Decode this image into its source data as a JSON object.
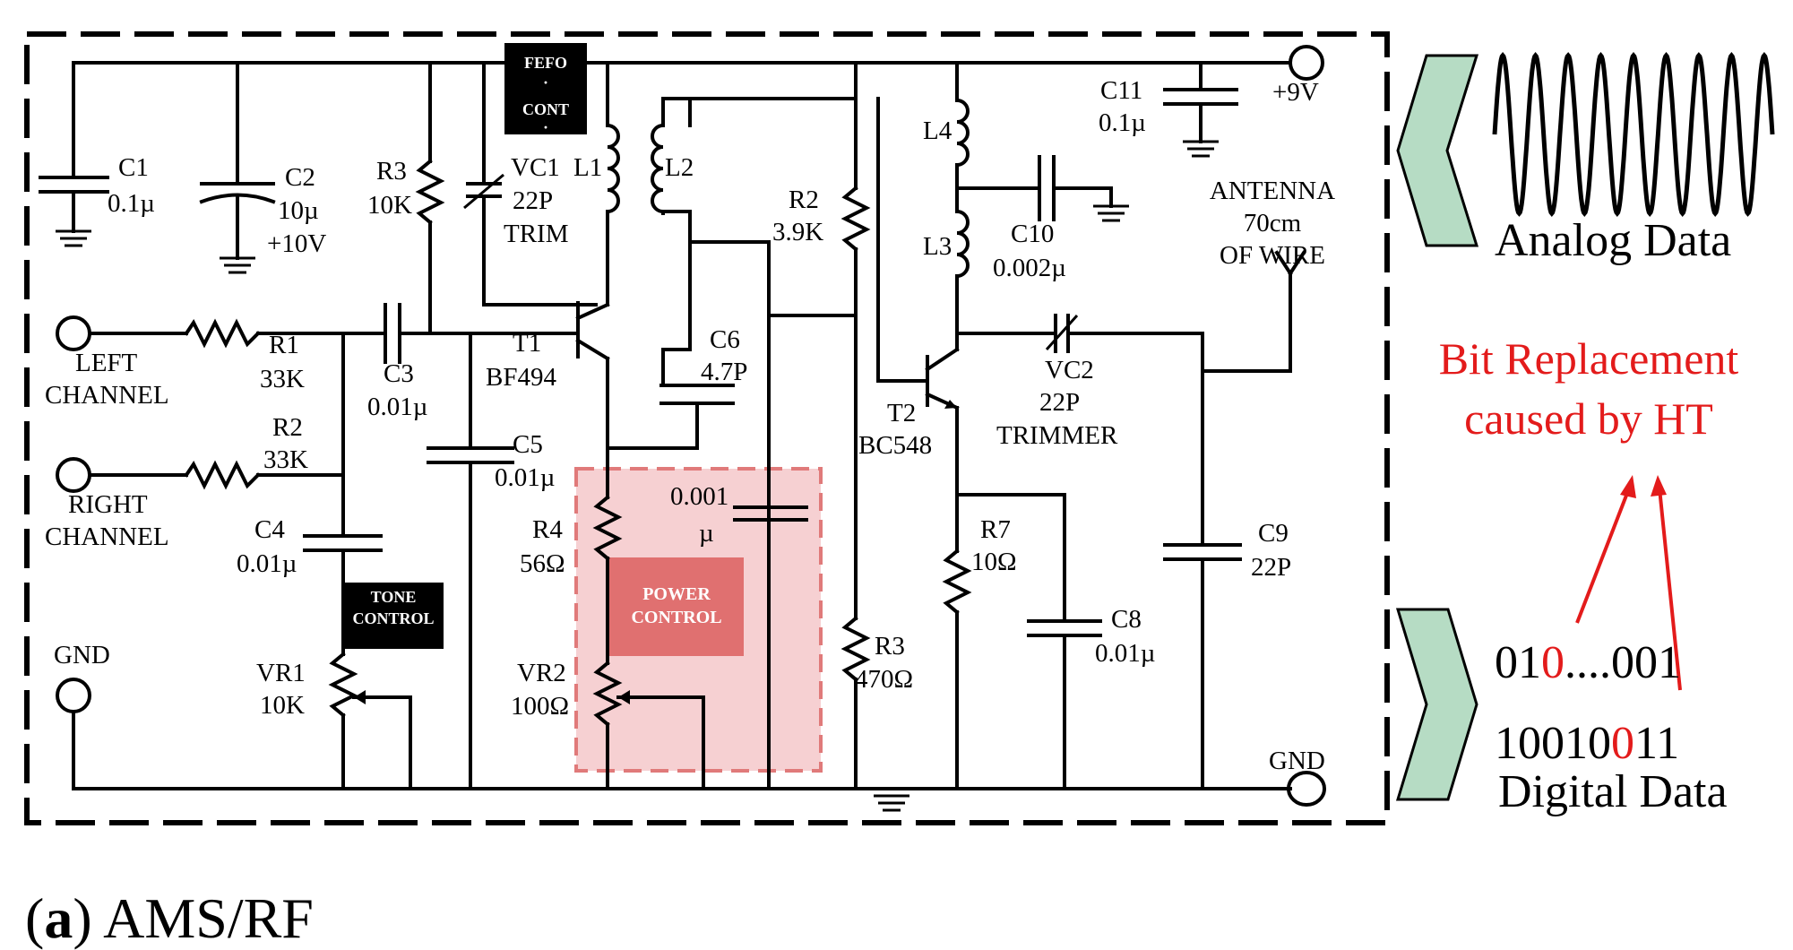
{
  "labels": {
    "c1": "C1",
    "c1_val": "0.1µ",
    "c2": "C2",
    "c2_val": "10µ",
    "c2_volt": "+10V",
    "r3_top": "R3",
    "r3_top_val": "10K",
    "fefo_1": "FEFO",
    "fefo_2": "CONT",
    "vc1": "VC1",
    "vc1_val": "22P",
    "vc1_type": "TRIM",
    "l1": "L1",
    "l2": "L2",
    "r2_top": "R2",
    "r2_top_val": "3.9K",
    "l4": "L4",
    "l3": "L3",
    "c10": "C10",
    "c10_val": "0.002µ",
    "c11": "C11",
    "c11_val": "0.1µ",
    "vplus": "+9V",
    "ant_1": "ANTENNA",
    "ant_2": "70cm",
    "ant_3": "OF WIRE",
    "left_1": "LEFT",
    "left_2": "CHANNEL",
    "r1": "R1",
    "r1_val": "33K",
    "c3": "C3",
    "c3_val": "0.01µ",
    "t1": "T1",
    "t1_val": "BF494",
    "c6": "C6",
    "c6_val": "4.7P",
    "t2": "T2",
    "t2_val": "BC548",
    "vc2": "VC2",
    "vc2_val": "22P",
    "vc2_type": "TRIMMER",
    "right_1": "RIGHT",
    "right_2": "CHANNEL",
    "r2_mid": "R2",
    "r2_mid_val": "33K",
    "c5": "C5",
    "c5_val": "0.01µ",
    "c4": "C4",
    "c4_val": "0.01µ",
    "tone_1": "TONE",
    "tone_2": "CONTROL",
    "r4": "R4",
    "r4_val": "56Ω",
    "c_001_a": "0.001",
    "c_001_b": "µ",
    "power_1": "POWER",
    "power_2": "CONTROL",
    "r7": "R7",
    "r7_val": "10Ω",
    "c9": "C9",
    "c9_val": "22P",
    "c8": "C8",
    "c8_val": "0.01µ",
    "r3_bot": "R3",
    "r3_bot_val": "470Ω",
    "gnd_left": "GND",
    "vr1": "VR1",
    "vr1_val": "10K",
    "vr2": "VR2",
    "vr2_val": "100Ω",
    "gnd_right": "GND"
  },
  "side": {
    "analog": "Analog Data",
    "ht_line1": "Bit Replacement",
    "ht_line2": "caused by HT",
    "digital_row1_a": "01",
    "digital_row1_b": "0",
    "digital_row1_c": "....001",
    "digital_row2_a": "10010",
    "digital_row2_b": "0",
    "digital_row2_c": "11",
    "digital": "Digital Data"
  },
  "caption": {
    "letter": "a",
    "text": " AMS/RF"
  },
  "colors": {
    "chevron_fill": "#b6dcc4",
    "highlight_fill": "#f6d0d2",
    "highlight_border": "#e07a7a",
    "power_box": "#e07070",
    "ht_red": "#e31b1b"
  }
}
